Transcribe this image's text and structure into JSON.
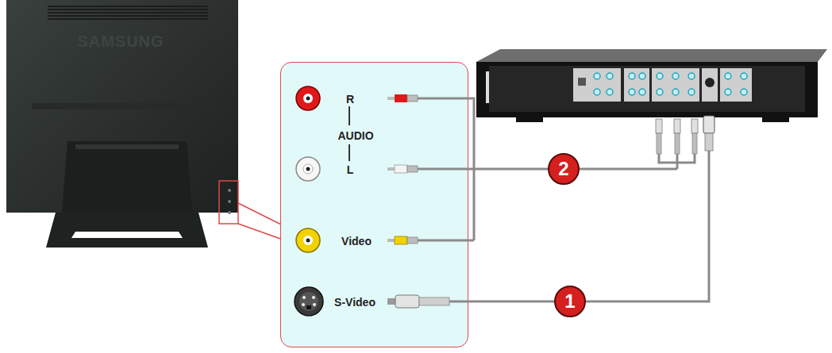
{
  "diagram": {
    "nodes": [
      {
        "text": [
          "R",
          "AUDIO",
          "L",
          "Video",
          "S-Video"
        ]
      },
      {
        "text": [
          "2"
        ]
      },
      {
        "text": [
          "1"
        ]
      }
    ],
    "labels": [
      "SAMSUNG"
    ]
  }
}
